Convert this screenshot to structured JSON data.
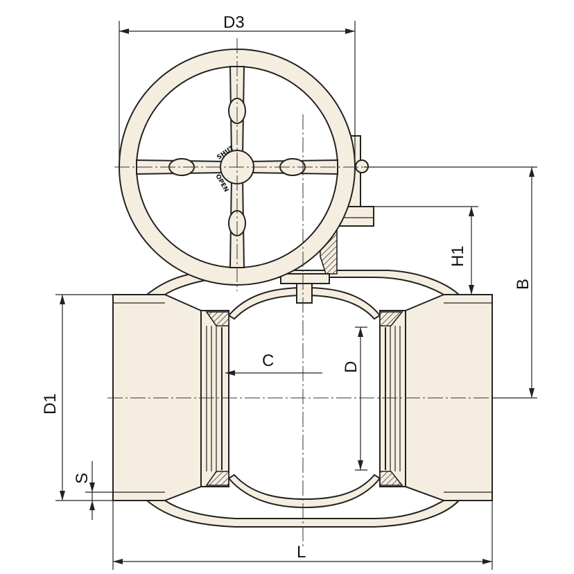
{
  "dimensions": {
    "d3": "D3",
    "b": "B",
    "h1": "H1",
    "c": "C",
    "d": "D",
    "d1": "D1",
    "s": "S",
    "l": "L"
  },
  "handwheel": {
    "shut_label": "SHUT",
    "open_label": "OPEN"
  },
  "colors": {
    "line": "#222222",
    "body_fill": "#f5eee0"
  }
}
